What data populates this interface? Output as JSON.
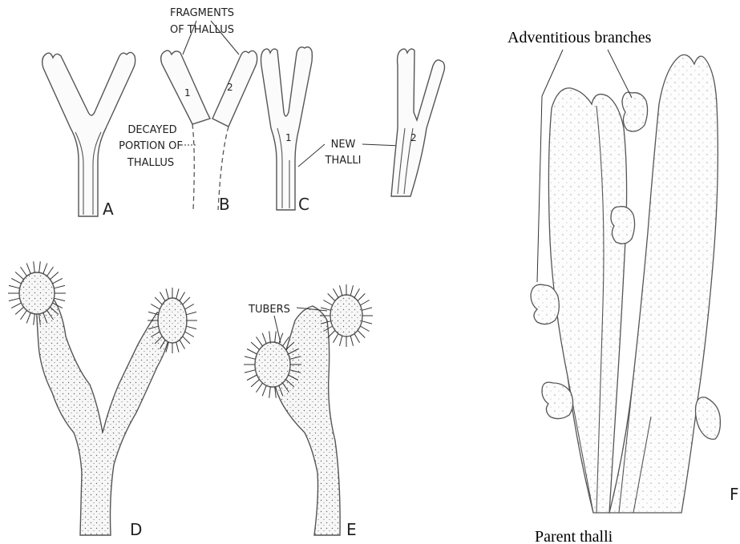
{
  "labels": {
    "fragments": "FRAGMENTS\nOF THALLUS",
    "fragments_line1": "FRAGMENTS",
    "fragments_line2": "OF THALLUS",
    "decayed_line1": "DECAYED",
    "decayed_line2": "PORTION OF",
    "decayed_line3": "THALLUS",
    "new_line1": "NEW",
    "new_line2": "THALLI",
    "tubers": "TUBERS",
    "num1": "1",
    "num2": "2",
    "num1c": "1",
    "num2c": "2",
    "A": "A",
    "B": "B",
    "C": "C",
    "D": "D",
    "E": "E",
    "adventitious": "Adventitious branches",
    "parent": "Parent thalli",
    "F": "F"
  }
}
